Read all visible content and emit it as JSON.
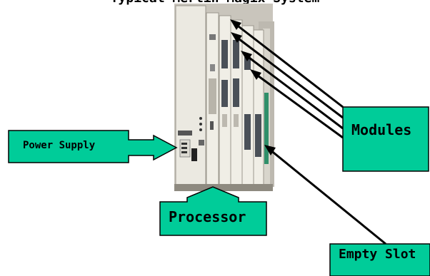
{
  "title": "Typical Merlin Magix System",
  "labels": {
    "power_supply": "Power Supply",
    "processor": "Processor",
    "modules": "Modules",
    "empty_slot": "Empty Slot"
  },
  "colors": {
    "callout_fill": "#00cc99",
    "callout_border": "#000000",
    "cabinet": "#e8e6dc",
    "module_face": "#f1efe6",
    "port_block": "#4a5058"
  }
}
